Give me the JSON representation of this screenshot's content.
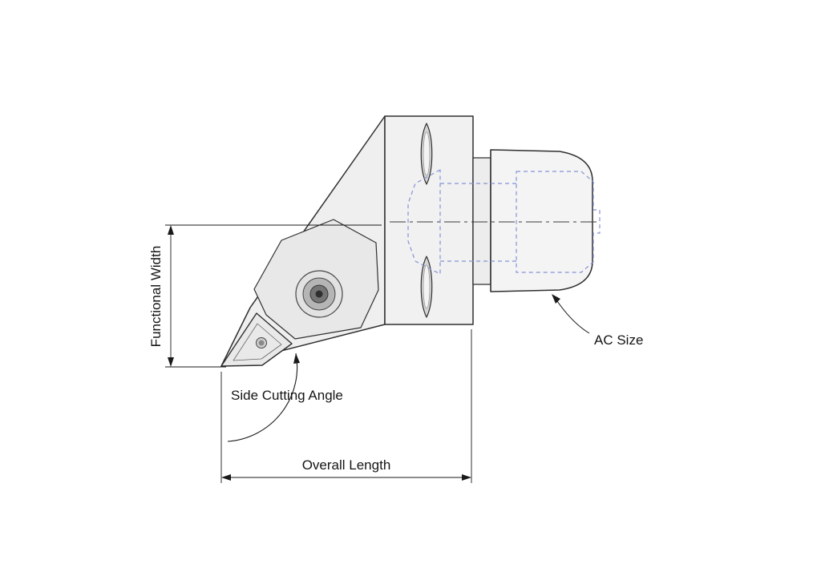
{
  "diagram": {
    "title": "Turning tool holder technical drawing",
    "type": "engineering-drawing",
    "labels": {
      "functional_width": "Functional Width",
      "side_cutting_angle": "Side Cutting Angle",
      "overall_length": "Overall Length",
      "ac_size": "AC Size"
    },
    "colors": {
      "outline": "#2f2f2f",
      "dimension_line": "#1a1a1a",
      "hidden_line": "#8492d6",
      "background": "#ffffff"
    }
  }
}
